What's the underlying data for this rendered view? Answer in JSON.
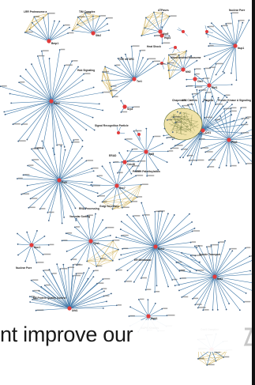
{
  "caption": {
    "text": "nt improve our"
  },
  "clusters": [
    {
      "id": "c1",
      "hub": "Bmp1",
      "labels": [
        "LRR Proteasome a"
      ]
    },
    {
      "id": "c2",
      "hub": "Stb2",
      "labels": [
        "TIM Complex"
      ]
    },
    {
      "id": "c3",
      "hub": "Atp5",
      "labels": [
        "ATPases"
      ]
    },
    {
      "id": "c4",
      "hub": "Nup1",
      "labels": [
        "Nuclear Pore"
      ]
    },
    {
      "id": "c5",
      "hub": "Hsp4",
      "labels": [
        "Heat Shock"
      ]
    },
    {
      "id": "c6",
      "hub": "Pds2",
      "labels": [
        "Hub Signaling"
      ]
    },
    {
      "id": "c7",
      "hub": "Tor1",
      "labels": [
        "TOR mTORC"
      ]
    },
    {
      "id": "c8",
      "hub": "Mit2",
      "labels": [
        "Mitochondrial Ribosome"
      ]
    },
    {
      "id": "c9",
      "hub": "Cla1",
      "labels": [
        "AP2 Clathrin"
      ]
    },
    {
      "id": "c10",
      "hub": "Rbf1",
      "labels": [
        "Flagella"
      ]
    },
    {
      "id": "c11",
      "hub": "Srp4",
      "labels": [
        "Signal Recognition Particle"
      ]
    },
    {
      "id": "c12",
      "hub": "Cct1",
      "labels": [
        "Chaperonin"
      ]
    },
    {
      "id": "c13",
      "hub": "Pka1",
      "labels": [
        "Protein Kinase A Signaling"
      ]
    },
    {
      "id": "c14",
      "hub": "Spt5",
      "labels": [
        "Protein Palmitoylation"
      ]
    },
    {
      "id": "c15",
      "hub": "Cdc48",
      "labels": [
        "ERAD"
      ]
    },
    {
      "id": "c16",
      "hub": "Pol2",
      "labels": [
        "RNA Processing"
      ]
    },
    {
      "id": "c17",
      "hub": "Sec7",
      "labels": [
        "Golgi Secretory"
      ]
    },
    {
      "id": "c18",
      "hub": "Erm1",
      "labels": [
        "ER Membrane"
      ]
    },
    {
      "id": "c19",
      "hub": "Nvt1",
      "labels": [
        "Vesicle Transport"
      ]
    },
    {
      "id": "c20",
      "hub": "Vps1",
      "labels": [
        "Vacuolar Sorting"
      ]
    },
    {
      "id": "c21",
      "hub": "Ufd1",
      "labels": [
        "ER Protein Quality Control"
      ]
    },
    {
      "id": "c22",
      "hub": "Nuc1",
      "labels": [
        "Nuclear Pore"
      ]
    },
    {
      "id": "c23",
      "hub": "Mpk1",
      "labels": [
        "MAPK Kinases"
      ]
    },
    {
      "id": "c24",
      "hub": "Cox3",
      "labels": [
        "Cox3 Complex"
      ]
    }
  ],
  "colors": {
    "edge": "#3f78a8",
    "hub": "#e23b3b",
    "leaf": "#3d5d80",
    "core_edge": "#c9a640",
    "core_fill": "#f0e2a8",
    "blob": "#5c6a2c"
  },
  "icons": {
    "corner": "partial-logo-icon"
  }
}
